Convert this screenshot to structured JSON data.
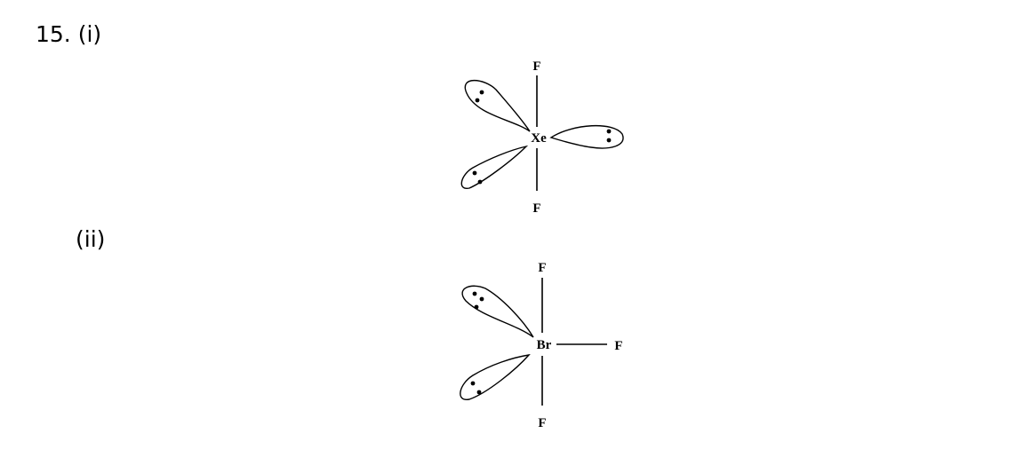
{
  "question": {
    "number_label": "15. (i)",
    "part_ii_label": "(ii)"
  },
  "xef2": {
    "top_atom": "F",
    "bottom_atom": "F",
    "center_atom": "Xe"
  },
  "brf3": {
    "top_atom": "F",
    "bottom_atom": "F",
    "right_atom": "F",
    "center_atom": "Br"
  }
}
